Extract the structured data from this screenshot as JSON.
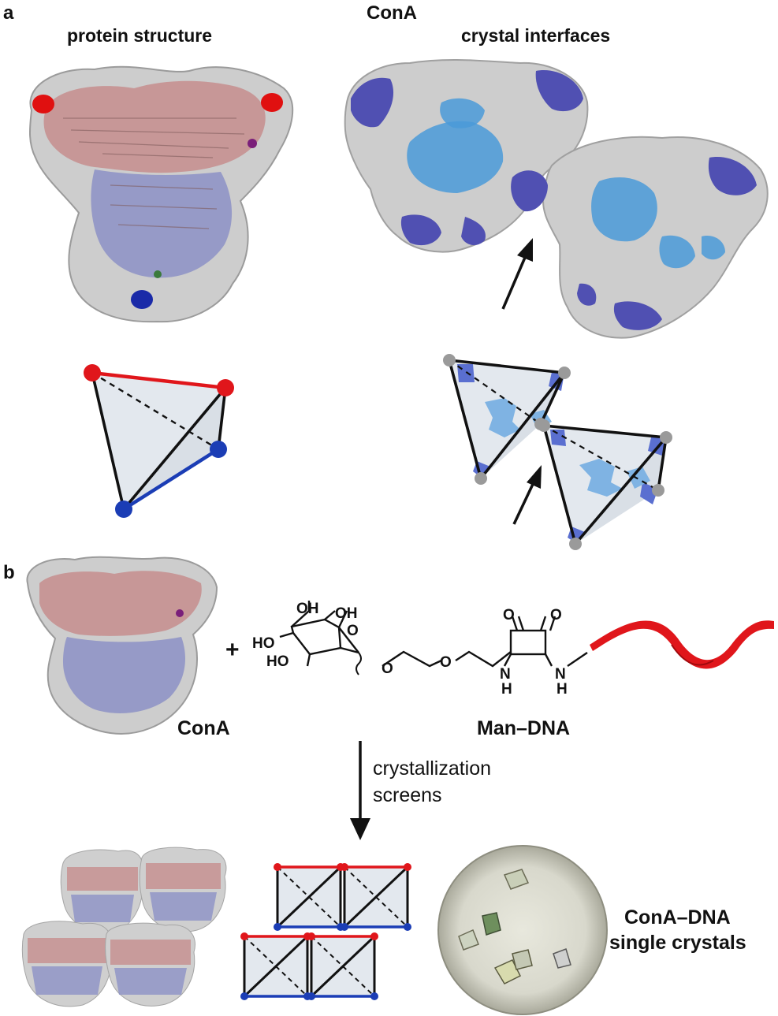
{
  "panel_a": {
    "letter": "a",
    "title_center": "ConA",
    "title_left": "protein structure",
    "title_right": "crystal interfaces"
  },
  "panel_b": {
    "letter": "b",
    "plus": "+",
    "label_cona": "ConA",
    "label_mandna": "Man–DNA",
    "arrow_label_line1": "crystallization",
    "arrow_label_line2": "screens",
    "result_line1": "ConA–DNA",
    "result_line2": "single crystals"
  },
  "chemistry": {
    "atoms": [
      "OH",
      "OH",
      "HO",
      "HO",
      "O",
      "O",
      "O",
      "O",
      "O",
      "N",
      "H",
      "N",
      "H"
    ]
  },
  "colors": {
    "protein_gray": "#c9c9c9",
    "protein_red": "#c98a8a",
    "protein_blue": "#8e93c9",
    "interface_dark": "#4f4fb0",
    "interface_light": "#4a9ad8",
    "edge_red": "#e0161b",
    "edge_blue": "#1b3db5",
    "node_gray": "#9a9a9a",
    "face_fill": "#e3e8ee",
    "dna_red": "#e0161b"
  }
}
